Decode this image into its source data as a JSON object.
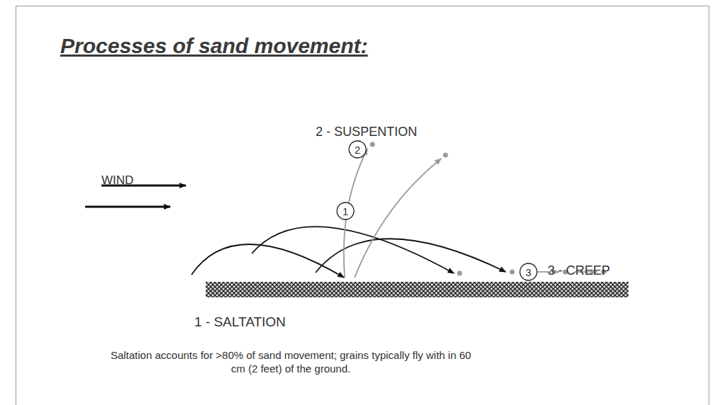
{
  "diagram": {
    "title": "Processes of sand movement:",
    "caption": "Saltation accounts for >80% of sand movement; grains typically fly with in 60 cm (2 feet) of the ground.",
    "labels": [
      "WIND",
      "2",
      "2 - SUSPENTION",
      "1",
      "1 - SALTATION",
      "3",
      "3 - CREEP"
    ]
  }
}
